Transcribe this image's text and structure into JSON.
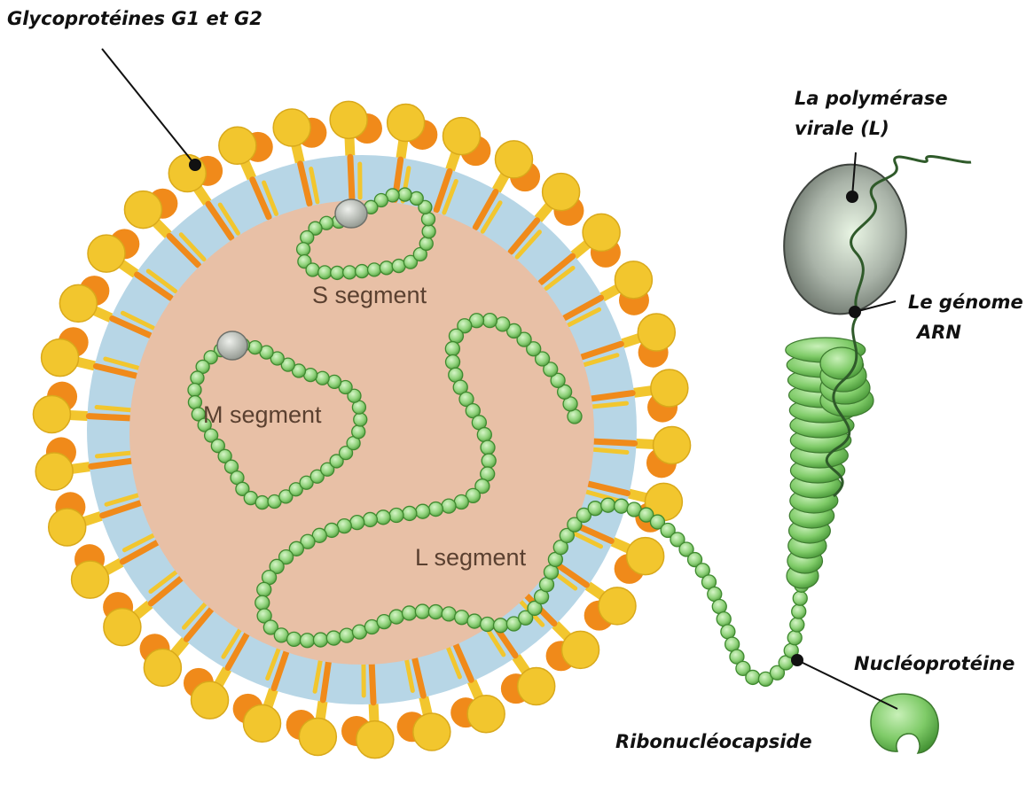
{
  "labels": {
    "glycoproteins": "Glycoprotéines G1 et G2",
    "polymerase_line1": "La polymérase",
    "polymerase_line2": "virale  (L)",
    "genome_line1": "Le génome",
    "genome_line2": "ARN",
    "nucleoprotein": "Nucléoprotéine",
    "ribonucleocapsid": "Ribonucléocapside"
  },
  "segments": {
    "s": "S segment",
    "m": "M segment",
    "l": "L segment"
  },
  "colors": {
    "spike_yellow": "#f2c62e",
    "spike_orange": "#f08a1a",
    "membrane_blue": "#b7d6e6",
    "core_tan": "#e8c0a6",
    "bead_green": "#8fd27a",
    "bead_outline": "#3f8a2f",
    "polymerase_grey": "#8f9b8f"
  }
}
